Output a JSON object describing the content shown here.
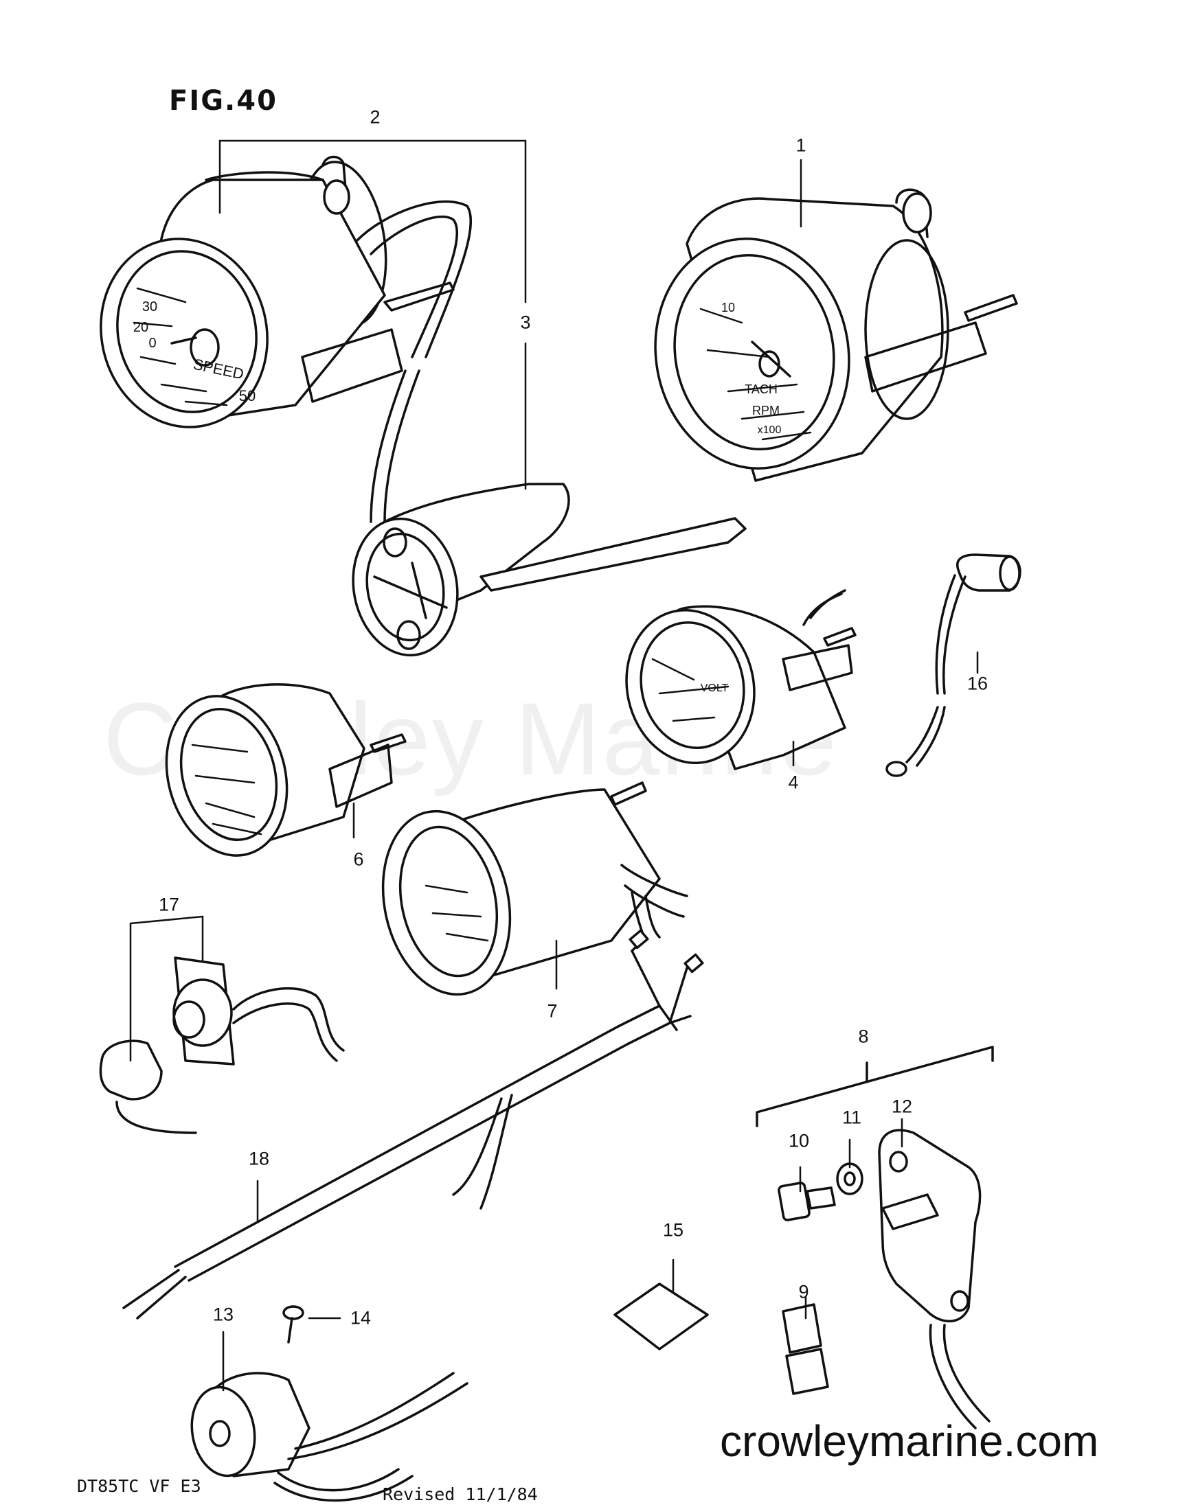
{
  "figure": {
    "title": "FIG.40"
  },
  "watermark": "Crowley Marine",
  "website": "crowleymarine.com",
  "footer": {
    "model": "DT85TC VF E3",
    "revised": "Revised 11/1/84"
  },
  "callouts": [
    {
      "id": "1",
      "text": "1"
    },
    {
      "id": "2",
      "text": "2"
    },
    {
      "id": "3",
      "text": "3"
    },
    {
      "id": "4",
      "text": "4"
    },
    {
      "id": "6",
      "text": "6"
    },
    {
      "id": "7",
      "text": "7"
    },
    {
      "id": "8",
      "text": "8"
    },
    {
      "id": "9",
      "text": "9"
    },
    {
      "id": "10",
      "text": "10"
    },
    {
      "id": "11",
      "text": "11"
    },
    {
      "id": "12",
      "text": "12"
    },
    {
      "id": "13",
      "text": "13"
    },
    {
      "id": "14",
      "text": "14"
    },
    {
      "id": "15",
      "text": "15"
    },
    {
      "id": "16",
      "text": "16"
    },
    {
      "id": "17",
      "text": "17"
    },
    {
      "id": "18",
      "text": "18"
    }
  ],
  "dial_text": {
    "speedometer": [
      "SPEED",
      "30",
      "20",
      "0",
      "50"
    ],
    "tachometer": [
      "TACH",
      "RPM",
      "x100",
      "10"
    ],
    "voltmeter": [
      "VOLT"
    ]
  }
}
